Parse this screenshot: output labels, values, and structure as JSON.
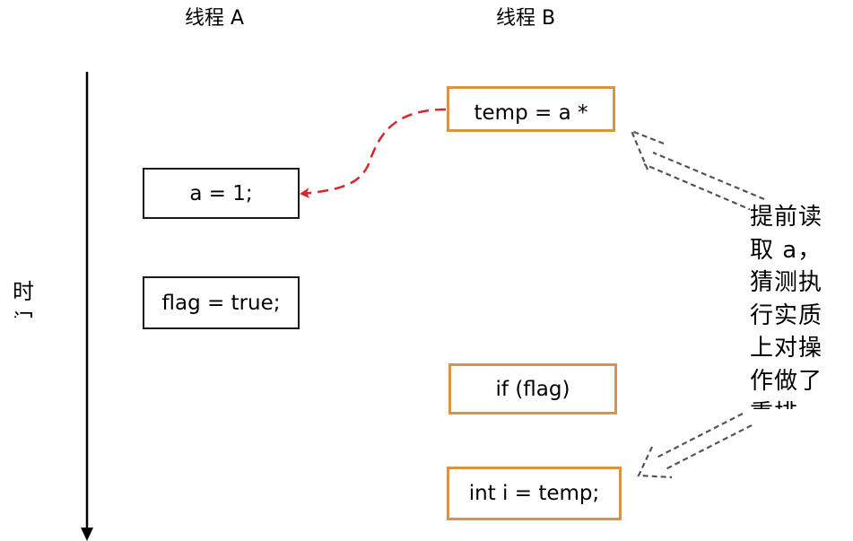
{
  "headers": {
    "thread_a": "线程 A",
    "thread_b": "线程 B"
  },
  "time_axis": {
    "label": "时间"
  },
  "thread_a": {
    "steps": [
      "a = 1;",
      "flag = true;"
    ]
  },
  "thread_b": {
    "steps": [
      "temp = a *",
      "if (flag)",
      "int i = temp;"
    ]
  },
  "annotation": {
    "text": "提前读取 a，猜测执行实质上对操作做了重排"
  },
  "colors": {
    "thread_a_border": "#1a1a1a",
    "thread_b_border": "#d99445",
    "dependency_arrow": "#d9262a",
    "note_arrow": "#555555"
  }
}
